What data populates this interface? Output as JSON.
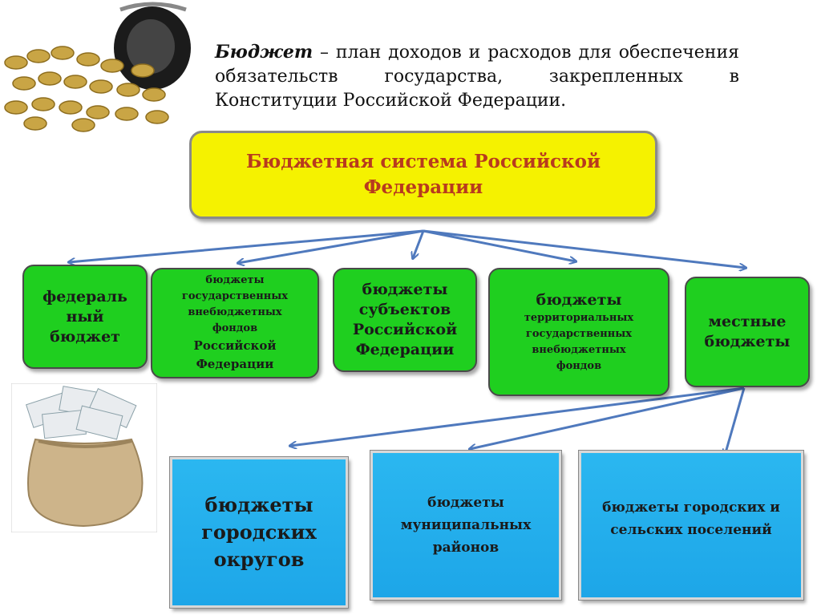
{
  "definition": {
    "term": "Бюджет",
    "text": " – план доходов и расходов для обеспечения обязательств государства, закрепленных в Конституции Российской Федерации."
  },
  "title": "Бюджетная система Российской Федерации",
  "level1": {
    "federal": "федераль ный бюджет",
    "state_funds_top": "бюджеты государственных внебюджетных фондов",
    "state_funds_bottom": "Российской Федерации",
    "subjects": "бюджеты субъектов Российской Федерации",
    "territorial_top": "бюджеты",
    "territorial_bottom": "территориальных государственных внебюджетных фондов",
    "local": "местные бюджеты"
  },
  "level2": {
    "city_districts": "бюджеты городских округов",
    "municipal": "бюджеты муниципальных районов",
    "settlements": "бюджеты городских и сельских поселений"
  },
  "colors": {
    "title_fill": "#f5f200",
    "title_text": "#b83a1e",
    "green_box": "#1fcf1f",
    "blue_box": "#1da6e8",
    "arrow": "#4f79bd"
  }
}
